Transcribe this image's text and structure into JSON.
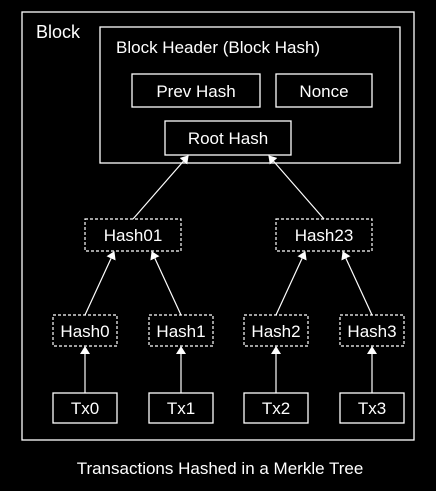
{
  "colors": {
    "background": "#000000",
    "foreground": "#ffffff"
  },
  "block": {
    "label": "Block",
    "header": {
      "label": "Block Header (Block Hash)",
      "prev_hash": "Prev Hash",
      "nonce": "Nonce",
      "root_hash": "Root Hash"
    }
  },
  "tree": {
    "level1": [
      "Hash01",
      "Hash23"
    ],
    "level2": [
      "Hash0",
      "Hash1",
      "Hash2",
      "Hash3"
    ],
    "transactions": [
      "Tx0",
      "Tx1",
      "Tx2",
      "Tx3"
    ]
  },
  "caption": "Transactions Hashed in a Merkle Tree"
}
